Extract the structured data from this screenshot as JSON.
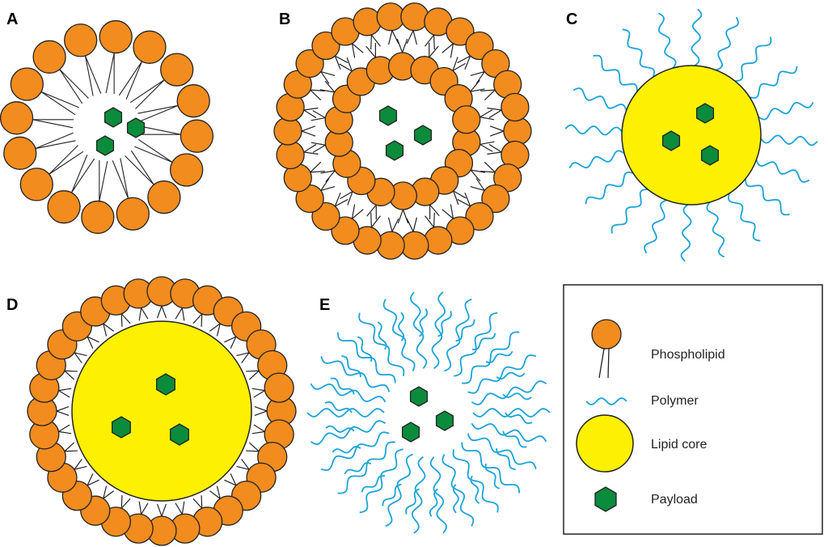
{
  "panels": [
    {
      "id": "A",
      "label": "A"
    },
    {
      "id": "B",
      "label": "B"
    },
    {
      "id": "C",
      "label": "C"
    },
    {
      "id": "D",
      "label": "D"
    },
    {
      "id": "E",
      "label": "E"
    }
  ],
  "legend": {
    "items": [
      {
        "name": "phospholipid",
        "label": "Phospholipid"
      },
      {
        "name": "polymer",
        "label": "Polymer"
      },
      {
        "name": "lipid-core",
        "label": "Lipid core"
      },
      {
        "name": "payload",
        "label": "Payload"
      }
    ]
  },
  "colors": {
    "phospholipid_head": "#f28c1e",
    "polymer": "#1aa3d9",
    "lipid_core": "#fdf000",
    "payload": "#0a8c3c",
    "outline": "#222222"
  }
}
